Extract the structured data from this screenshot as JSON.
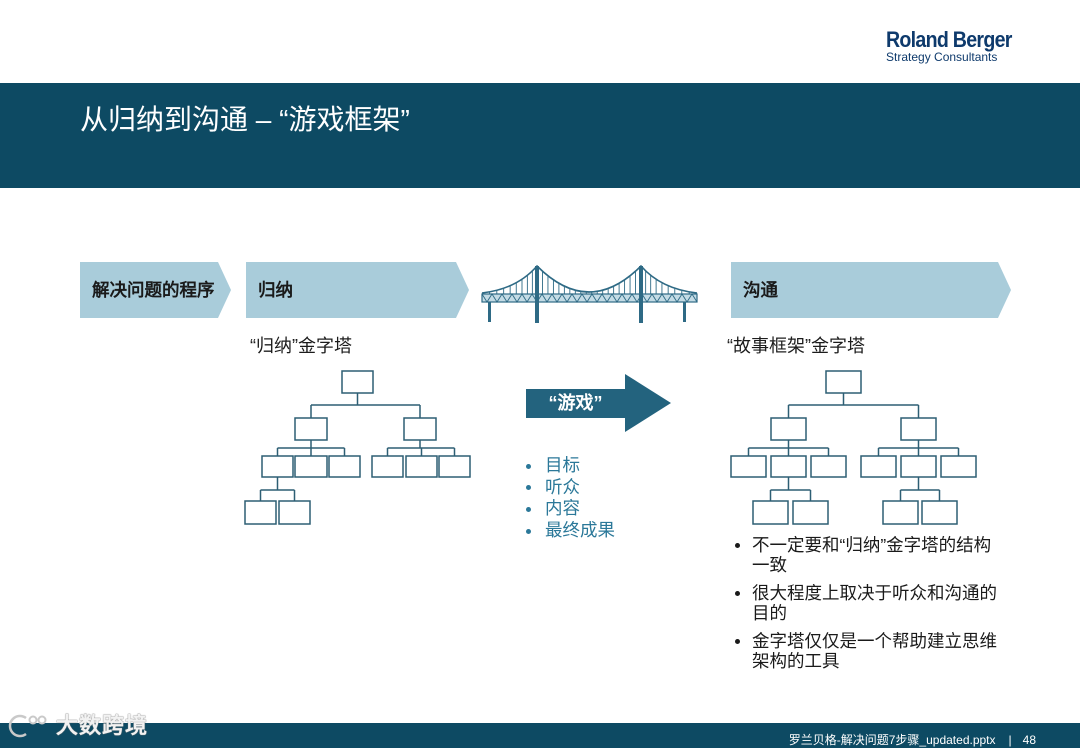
{
  "logo": {
    "name": "Roland Berger",
    "tagline": "Strategy Consultants"
  },
  "header": {
    "title": "从归纳到沟通 – “游戏框架”"
  },
  "process_steps": [
    {
      "label": "解决问题的程序"
    },
    {
      "label": "归纳"
    },
    {
      "label": "沟通"
    }
  ],
  "induction": {
    "caption": "“归纳”金字塔"
  },
  "game": {
    "arrow_label": "“游戏”",
    "items": [
      "目标",
      "听众",
      "内容",
      "最终成果"
    ]
  },
  "communication": {
    "caption": "“故事框架”金字塔",
    "bullets": [
      "不一定要和“归纳”金字塔的结构一致",
      "很大程度上取决于听众和沟通的目的",
      "金字塔仅仅是一个帮助建立思维架构的工具"
    ]
  },
  "footer": {
    "filename": "罗兰贝格-解决问题7步骤_updated.pptx",
    "separator": "|",
    "page_number": "48"
  },
  "watermark": {
    "text": "大数跨境"
  },
  "icons": {
    "bridge": "bridge-icon",
    "game_arrow": "arrow-right-icon",
    "pyramid": "pyramid-diagram",
    "watermark": "watermark-logo-icon"
  },
  "colors": {
    "header_band": "#0d4a63",
    "chevron": "#a9ccda",
    "arrow": "#23637e",
    "teal_text": "#2b7899",
    "pyramid_line": "#2d5f74",
    "logo": "#0e3a6c",
    "bridge": "#2e6a85",
    "bridge_fill": "#c3dbe5"
  }
}
